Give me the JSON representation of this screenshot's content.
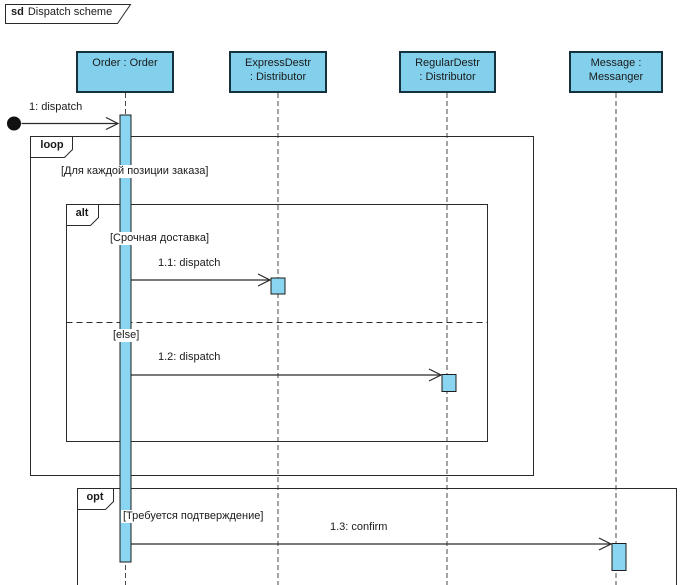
{
  "frame": {
    "keyword": "sd",
    "title": "Dispatch scheme"
  },
  "lifelines": [
    {
      "line1": "Order : Order",
      "line2": ""
    },
    {
      "line1": "ExpressDestr",
      "line2": ": Distributor"
    },
    {
      "line1": "RegularDestr",
      "line2": ": Distributor"
    },
    {
      "line1": "Message :",
      "line2": "Messanger"
    }
  ],
  "messages": [
    {
      "label": "1: dispatch"
    },
    {
      "label": "1.1: dispatch"
    },
    {
      "label": "1.2: dispatch"
    },
    {
      "label": "1.3: confirm"
    }
  ],
  "fragments": {
    "loop": {
      "operator": "loop",
      "guard": "[Для каждой позиции заказа]"
    },
    "alt": {
      "operator": "alt",
      "guard_if": "[Срочная доставка]",
      "guard_else": "[else]"
    },
    "opt": {
      "operator": "opt",
      "guard": "[Требуется подтверждение]"
    }
  },
  "colors": {
    "node_fill": "#82D0EC",
    "node_border": "#16323E",
    "activation_fill": "#8AD6F2",
    "line": "#2B2B2B",
    "text": "#1A1A1A"
  }
}
